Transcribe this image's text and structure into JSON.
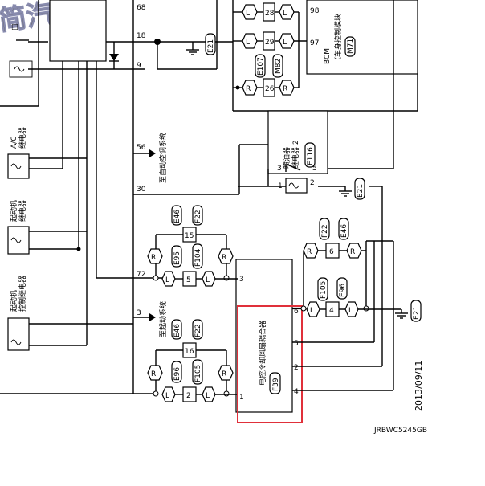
{
  "diagram": {
    "id": "JRBWC5245GB",
    "date": "2013/09/11",
    "watermark": "简汽",
    "highlight_color": "#e0303a",
    "wire_numbers": {
      "w18": "18",
      "w9": "9",
      "w56": "56",
      "w30": "30",
      "w72": "72",
      "w3": "3",
      "w68": "68"
    },
    "grounds": {
      "g1": "E21",
      "g2": "E21",
      "g3": "E21"
    },
    "relays": {
      "ac": "A/C\n继电器",
      "starter": "起动机\n继电器",
      "starter_ctrl": "起动机\n控制继电器",
      "fuel": "喷油器\n继电器 2",
      "fuel_code": "E116",
      "fuel_pins": [
        "3",
        "5",
        "1",
        "2"
      ]
    },
    "labels": {
      "to_ac": "至自动空调系统",
      "to_start": "至起动系统"
    },
    "bcm": {
      "name": "BCM",
      "desc": "（车身控制模块",
      "code": "M71",
      "pins": [
        "98",
        "97"
      ]
    },
    "module": {
      "name": "电控冷却风扇耦合器",
      "code": "F39",
      "pins": [
        "3",
        "6",
        "5",
        "2",
        "4",
        "1"
      ]
    },
    "connectors": {
      "top": {
        "c28": "28",
        "c29": "29",
        "c26": "26",
        "e107": "E107",
        "m82": "M82",
        "L": "L",
        "R": "R"
      },
      "mid_left": {
        "e46": "E46",
        "f22": "F22",
        "n15": "15",
        "e95": "E95",
        "f104": "F104",
        "n5": "5"
      },
      "bot_left": {
        "e46": "E46",
        "f22": "F22",
        "n16": "16",
        "e96": "E96",
        "f105": "F105",
        "n2": "2"
      },
      "right": {
        "f22": "F22",
        "e46": "E46",
        "n6": "6",
        "f105": "F105",
        "e96": "E96",
        "n4": "4"
      }
    }
  }
}
